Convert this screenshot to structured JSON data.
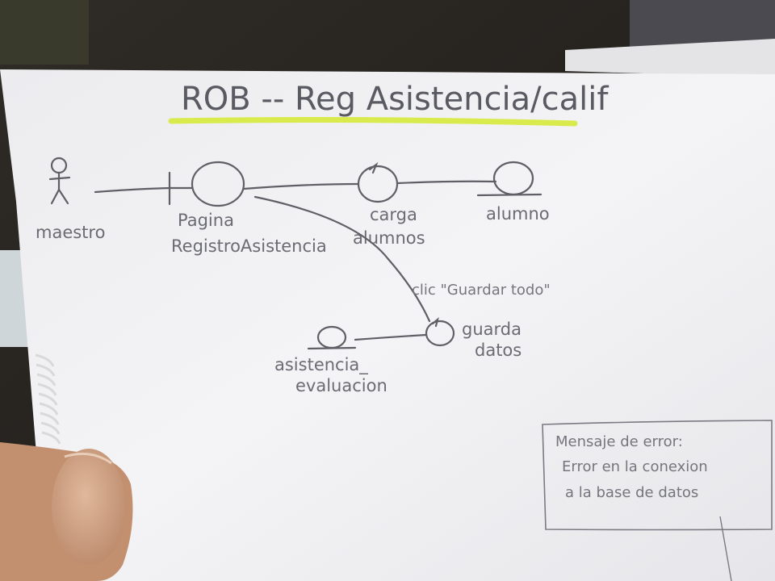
{
  "diagram": {
    "title": "ROB -- Reg Asistencia/calif",
    "actor": {
      "label": "maestro"
    },
    "boundary": {
      "label_line1": "Pagina",
      "label_line2": "RegistroAsistencia"
    },
    "control_carga": {
      "label_line1": "carga",
      "label_line2": "alumnos"
    },
    "entity_alumno": {
      "label": "alumno"
    },
    "control_guarda": {
      "label_line1": "guarda",
      "label_line2": "datos"
    },
    "entity_asistencia": {
      "label_line1": "asistencia_",
      "label_line2": "evaluacion"
    },
    "edge_guardar": {
      "label": "clic \"Guardar todo\""
    },
    "error_note": {
      "line1": "Mensaje de error:",
      "line2": "Error en la conexion",
      "line3": "a la base de datos"
    },
    "colors": {
      "highlight": "#d6ea3a",
      "paper": "#f3f3f5",
      "ink": "#5f5f66"
    }
  }
}
